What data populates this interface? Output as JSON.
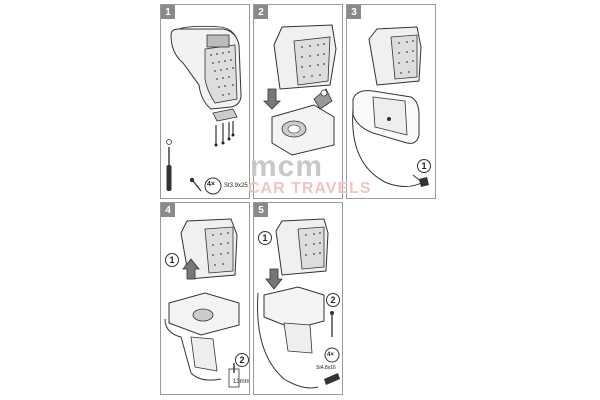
{
  "panels": [
    {
      "number": "1"
    },
    {
      "number": "2"
    },
    {
      "number": "3"
    },
    {
      "number": "4"
    },
    {
      "number": "5"
    }
  ],
  "step1": {
    "screw_qty": "4×",
    "screw_spec": "St3.9x25"
  },
  "step3": {
    "callout": "1"
  },
  "step4": {
    "callout_1": "1",
    "callout_2": "2",
    "size": "13mm"
  },
  "step5": {
    "callout_1": "1",
    "callout_2": "2",
    "screw_qty": "4×",
    "screw_spec": "St4.8x16"
  },
  "watermark": {
    "brand": "mcm",
    "subtitle": "CAR TRAVELS"
  },
  "colors": {
    "panel_border": "#9a9a9a",
    "number_bg": "#8a8a8a",
    "watermark_red": "#f0c4c0"
  }
}
